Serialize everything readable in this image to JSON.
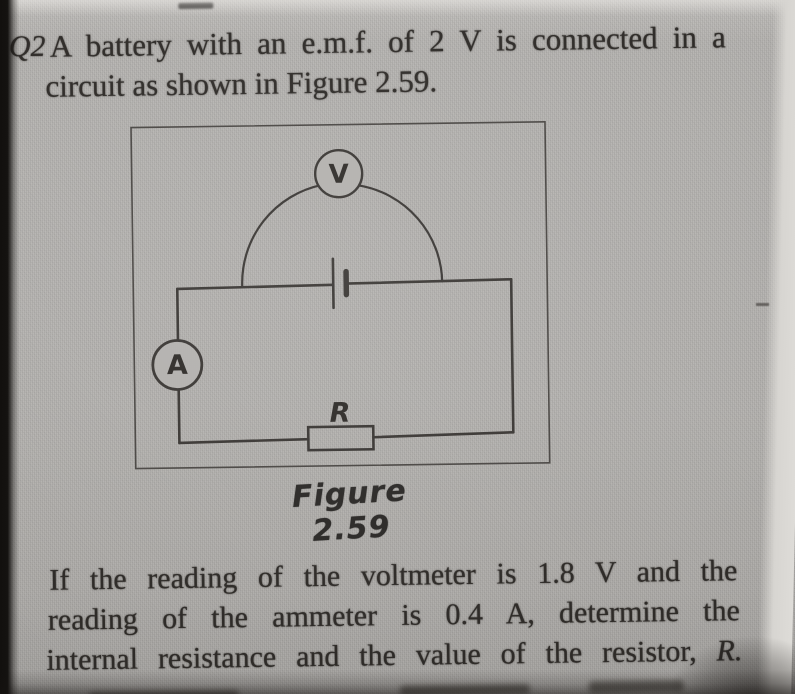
{
  "document": {
    "question_number": "Q2",
    "question_lines": {
      "line1": "A battery with an e.m.f. of 2 V is connected in a",
      "line2": "circuit as shown in Figure 2.59."
    },
    "figure": {
      "caption": "Figure 2.59",
      "voltmeter_label": "V",
      "ammeter_label": "A",
      "resistor_label": "R"
    },
    "body_lines": {
      "line1": "If the reading of the voltmeter is 1.8 V and the",
      "line2": "reading of the ammeter is 0.4 A, determine the",
      "line3_prefix": "internal resistance and the value of the resistor, ",
      "line3_emphasis": "R."
    },
    "given_values": {
      "emf": "2 V",
      "voltmeter_reading": "1.8 V",
      "ammeter_reading": "0.4 A"
    },
    "colors": {
      "paper": "#b2b0ad",
      "ink": "#2e2b28",
      "circuit_stroke": "#3a3734"
    }
  }
}
